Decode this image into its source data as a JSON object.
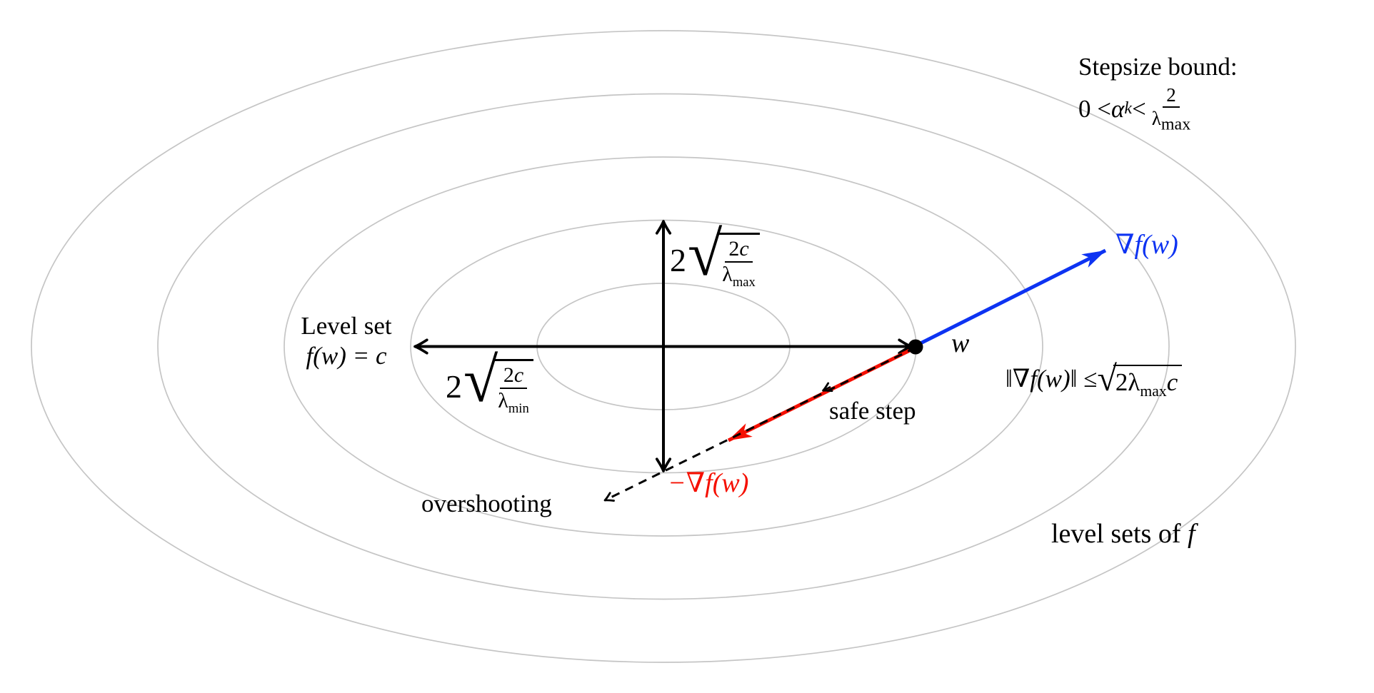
{
  "colors": {
    "gradient_blue": "#0d33f2",
    "neg_gradient_red": "#f50f00",
    "contour_gray": "#c5c5c5",
    "ink": "#000000"
  },
  "radical_sign": "√",
  "stepsize_bound": {
    "title": "Stepsize bound:",
    "zero_lt": "0 < ",
    "alpha": "α",
    "alpha_sub": "k",
    "lt": " < ",
    "frac_num": "2",
    "frac_den": "λ",
    "frac_den_sub": "max"
  },
  "gradient_label": "∇f(w)",
  "neg_gradient_label": "−∇f(w)",
  "point_label": "w",
  "safe_step_label": "safe step",
  "overshooting_label": "overshooting",
  "level_set_label": {
    "line1": "Level set",
    "line2": "f(w) = c"
  },
  "level_sets_caption": {
    "text": "level sets of ",
    "f": "f"
  },
  "vertical_extent": {
    "coeff": "2",
    "num_2": "2",
    "num_c": "c",
    "den": "λ",
    "den_sub": "max"
  },
  "horizontal_extent": {
    "coeff": "2",
    "num_2": "2",
    "num_c": "c",
    "den": "λ",
    "den_sub": "min"
  },
  "gradient_norm_bound": {
    "bar_left": "‖",
    "expr": "∇f(w)",
    "bar_right": "‖ ≤ ",
    "rad_2lambda": "2λ",
    "rad_sub": "max",
    "rad_c": "c"
  }
}
